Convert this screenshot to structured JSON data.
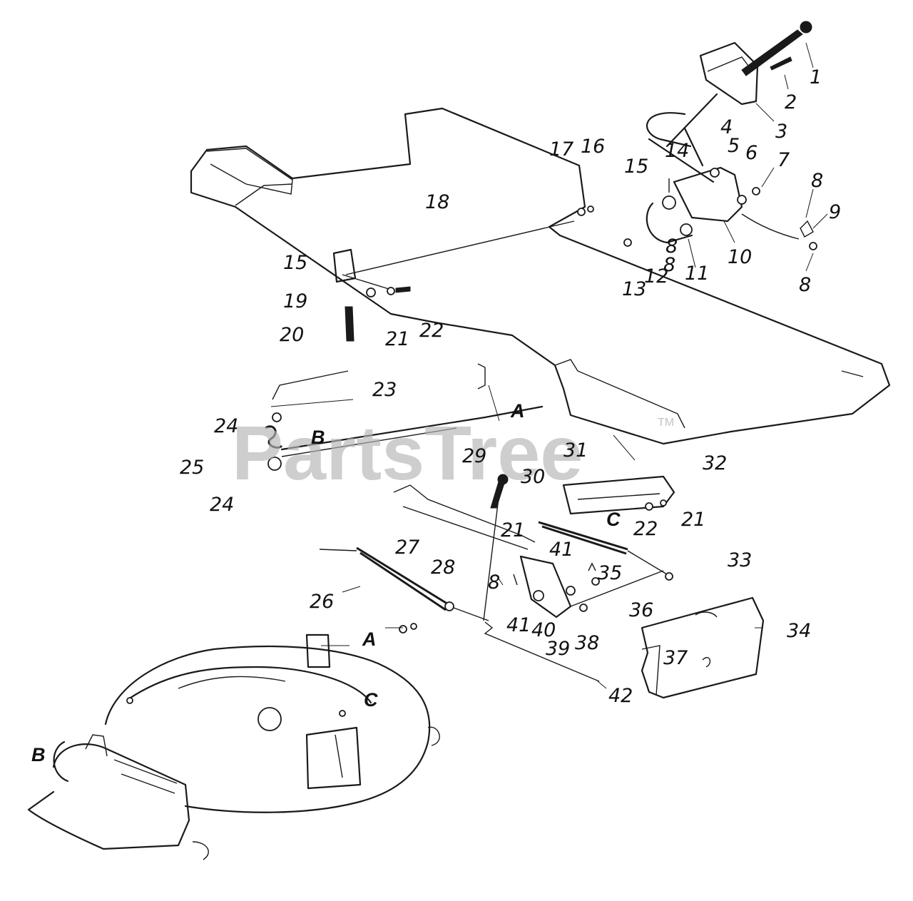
{
  "watermark": {
    "text": "PartsTree",
    "trademark": "TM"
  },
  "callouts": [
    "1",
    "2",
    "3",
    "4",
    "5",
    "6",
    "7",
    "8",
    "9",
    "8",
    "8",
    "10",
    "11",
    "12",
    "8",
    "13",
    "14",
    "15",
    "16",
    "17",
    "18",
    "15",
    "19",
    "20",
    "21",
    "22",
    "23",
    "24",
    "25",
    "24",
    "29",
    "30",
    "31",
    "32",
    "21",
    "22",
    "33",
    "21",
    "41",
    "27",
    "28",
    "8",
    "35",
    "36",
    "26",
    "41",
    "40",
    "39",
    "38",
    "37",
    "34",
    "42"
  ],
  "letters": [
    "A",
    "B",
    "C",
    "A",
    "C",
    "B"
  ]
}
